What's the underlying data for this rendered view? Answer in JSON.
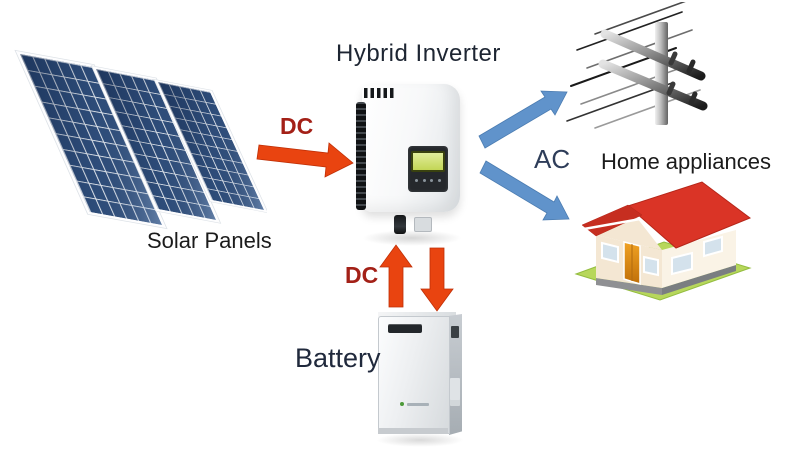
{
  "diagram": {
    "background": "#ffffff",
    "nodes": {
      "solar": {
        "label": "Solar Panels",
        "icon": "solar-panels-icon",
        "panel_color": "#31517f"
      },
      "inverter": {
        "label": "Hybrid Inverter",
        "icon": "hybrid-inverter-icon"
      },
      "battery": {
        "label": "Battery",
        "icon": "battery-icon"
      },
      "grid": {
        "icon": "power-pole-icon"
      },
      "home": {
        "label": "Home appliances",
        "icon": "house-icon",
        "roof_color": "#da3426"
      }
    },
    "edges": {
      "solar_dc": {
        "label": "DC",
        "from": "solar",
        "to": "inverter",
        "color": "#e94410",
        "label_color": "#a32017"
      },
      "battery_dc": {
        "label": "DC",
        "from": "battery",
        "to": "inverter",
        "bidirectional": true,
        "color": "#e94410",
        "label_color": "#a32017"
      },
      "ac_out": {
        "label": "AC",
        "from": "inverter",
        "to": "grid_and_home",
        "color": "#6093cb",
        "label_color": "#2e3d59"
      }
    }
  }
}
